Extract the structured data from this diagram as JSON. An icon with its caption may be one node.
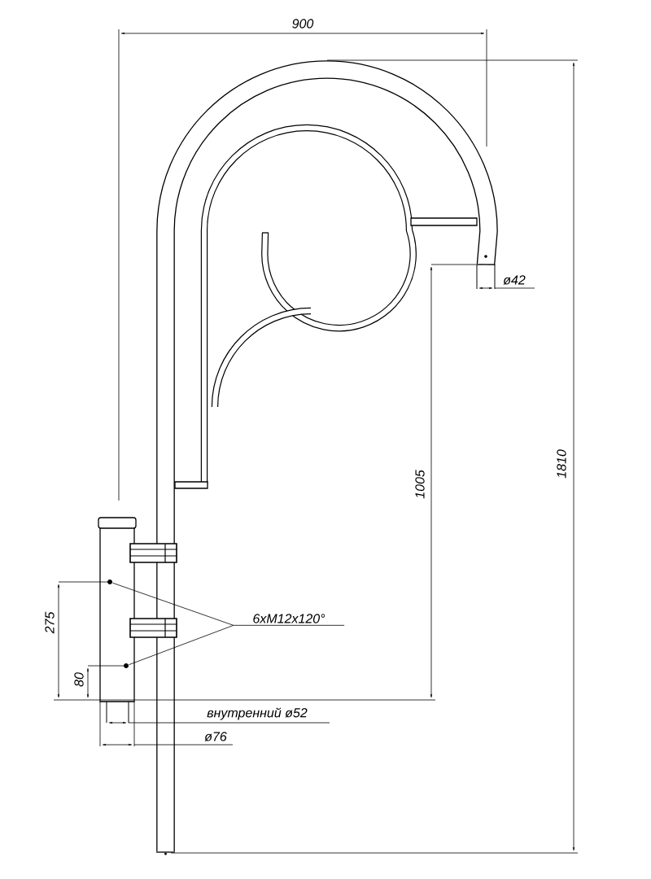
{
  "diagram": {
    "nodes": [
      {
        "text": [
          "6xM12x120°"
        ]
      },
      {
        "text": [],
        "shape": "circle"
      },
      {
        "text": [],
        "shape": "circle"
      }
    ],
    "edges": [
      {
        "from": 0,
        "to": 1,
        "arrow": "none"
      },
      {
        "from": 0,
        "to": 2,
        "arrow": "none"
      }
    ],
    "labels": [
      "900",
      "1810",
      "ø42",
      "1005",
      "275",
      "80",
      "внутренний ø52",
      "ø76"
    ]
  }
}
